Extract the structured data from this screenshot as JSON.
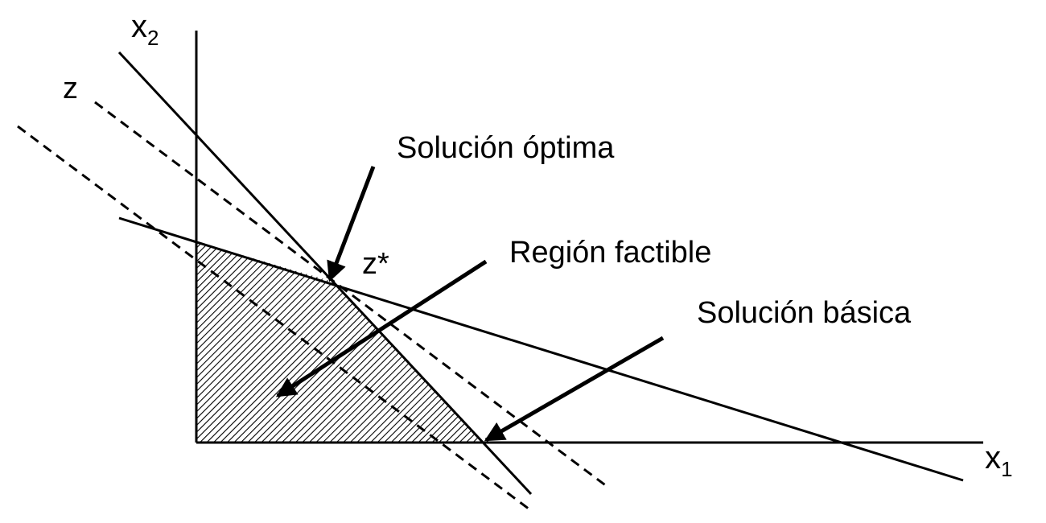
{
  "diagram": {
    "axis_x": {
      "name": "x",
      "subscript": "1"
    },
    "axis_y": {
      "name": "x",
      "subscript": "2"
    },
    "objective_label": "z",
    "optimum_label": "z*",
    "annotations": {
      "optimal_solution": "Solución óptima",
      "feasible_region": "Región factible",
      "basic_solution": "Solución básica"
    },
    "colors": {
      "ink": "#000000",
      "background": "#ffffff"
    }
  }
}
